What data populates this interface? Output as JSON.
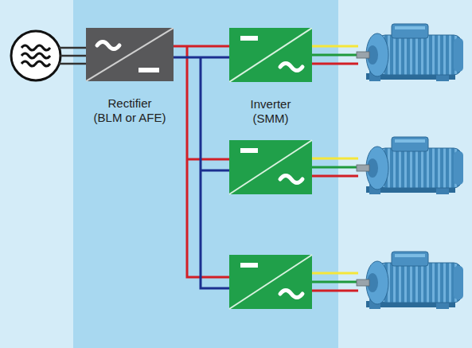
{
  "diagram": {
    "nodes": [
      {
        "text": [
          "Rectifier (BLM or AFE)"
        ]
      },
      {
        "text": [
          "Inverter (SMM)"
        ]
      }
    ],
    "edges": [
      {
        "from": 0,
        "to": 1,
        "arrow": "none"
      }
    ]
  }
}
